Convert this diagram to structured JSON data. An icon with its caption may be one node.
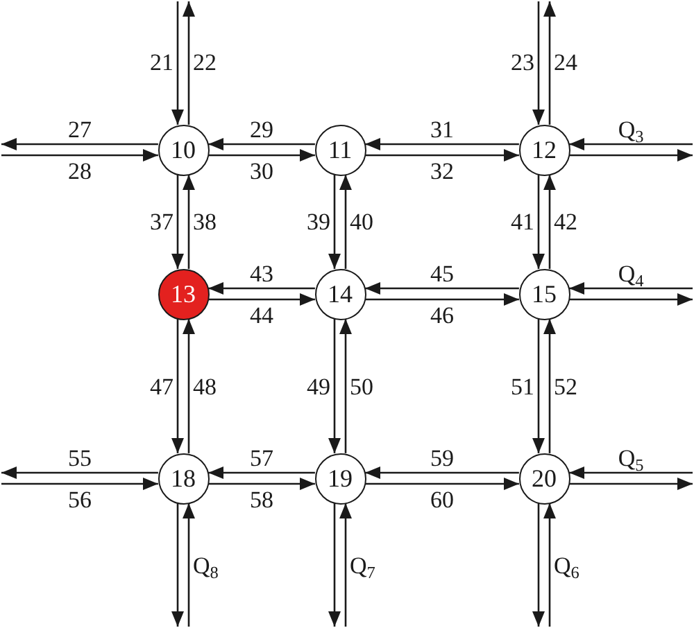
{
  "diagram": {
    "nodes": [
      {
        "text": [
          "10"
        ]
      },
      {
        "text": [
          "11"
        ]
      },
      {
        "text": [
          "12"
        ]
      },
      {
        "text": [
          "13"
        ]
      },
      {
        "text": [
          "14"
        ]
      },
      {
        "text": [
          "15"
        ]
      },
      {
        "text": [
          "18"
        ]
      },
      {
        "text": [
          "19"
        ]
      },
      {
        "text": [
          "20"
        ]
      }
    ],
    "edges": [
      {
        "from": null,
        "to": 0,
        "arrow": "to",
        "label": "21"
      },
      {
        "from": 0,
        "to": null,
        "arrow": "to",
        "label": "22"
      },
      {
        "from": null,
        "to": 2,
        "arrow": "to",
        "label": "23"
      },
      {
        "from": 2,
        "to": null,
        "arrow": "to",
        "label": "24"
      },
      {
        "from": 0,
        "to": null,
        "arrow": "to",
        "label": "27"
      },
      {
        "from": null,
        "to": 0,
        "arrow": "to",
        "label": "28"
      },
      {
        "from": 1,
        "to": 0,
        "arrow": "to",
        "label": "29"
      },
      {
        "from": 0,
        "to": 1,
        "arrow": "to",
        "label": "30"
      },
      {
        "from": 2,
        "to": 1,
        "arrow": "to",
        "label": "31"
      },
      {
        "from": 1,
        "to": 2,
        "arrow": "to",
        "label": "32"
      },
      {
        "from": null,
        "to": 2,
        "arrow": "to",
        "label": "Q$_{3}$"
      },
      {
        "from": 2,
        "to": null,
        "arrow": "to"
      },
      {
        "from": 0,
        "to": 3,
        "arrow": "to",
        "label": "37"
      },
      {
        "from": 3,
        "to": 0,
        "arrow": "to",
        "label": "38"
      },
      {
        "from": 1,
        "to": 4,
        "arrow": "to",
        "label": "39"
      },
      {
        "from": 4,
        "to": 1,
        "arrow": "to",
        "label": "40"
      },
      {
        "from": 2,
        "to": 5,
        "arrow": "to",
        "label": "41"
      },
      {
        "from": 5,
        "to": 2,
        "arrow": "to",
        "label": "42"
      },
      {
        "from": 4,
        "to": 3,
        "arrow": "to",
        "label": "43"
      },
      {
        "from": 3,
        "to": 4,
        "arrow": "to",
        "label": "44"
      },
      {
        "from": 5,
        "to": 4,
        "arrow": "to",
        "label": "45"
      },
      {
        "from": 4,
        "to": 5,
        "arrow": "to",
        "label": "46"
      },
      {
        "from": null,
        "to": 5,
        "arrow": "to",
        "label": "Q$_{4}$"
      },
      {
        "from": 5,
        "to": null,
        "arrow": "to"
      },
      {
        "from": 3,
        "to": 6,
        "arrow": "to",
        "label": "47"
      },
      {
        "from": 6,
        "to": 3,
        "arrow": "to",
        "label": "48"
      },
      {
        "from": 4,
        "to": 7,
        "arrow": "to",
        "label": "49"
      },
      {
        "from": 7,
        "to": 4,
        "arrow": "to",
        "label": "50"
      },
      {
        "from": 5,
        "to": 8,
        "arrow": "to",
        "label": "51"
      },
      {
        "from": 8,
        "to": 5,
        "arrow": "to",
        "label": "52"
      },
      {
        "from": 6,
        "to": null,
        "arrow": "to",
        "label": "55"
      },
      {
        "from": null,
        "to": 6,
        "arrow": "to",
        "label": "56"
      },
      {
        "from": 7,
        "to": 6,
        "arrow": "to",
        "label": "57"
      },
      {
        "from": 6,
        "to": 7,
        "arrow": "to",
        "label": "58"
      },
      {
        "from": 8,
        "to": 7,
        "arrow": "to",
        "label": "59"
      },
      {
        "from": 7,
        "to": 8,
        "arrow": "to",
        "label": "60"
      },
      {
        "from": null,
        "to": 8,
        "arrow": "to",
        "label": "Q$_{5}$"
      },
      {
        "from": 8,
        "to": null,
        "arrow": "to"
      },
      {
        "from": 6,
        "to": null,
        "arrow": "to"
      },
      {
        "from": null,
        "to": 6,
        "arrow": "to",
        "label": "Q$_{8}$"
      },
      {
        "from": 7,
        "to": null,
        "arrow": "to"
      },
      {
        "from": null,
        "to": 7,
        "arrow": "to",
        "label": "Q$_{7}$"
      },
      {
        "from": 8,
        "to": null,
        "arrow": "to"
      },
      {
        "from": null,
        "to": 8,
        "arrow": "to",
        "label": "Q$_{6}$"
      }
    ]
  }
}
